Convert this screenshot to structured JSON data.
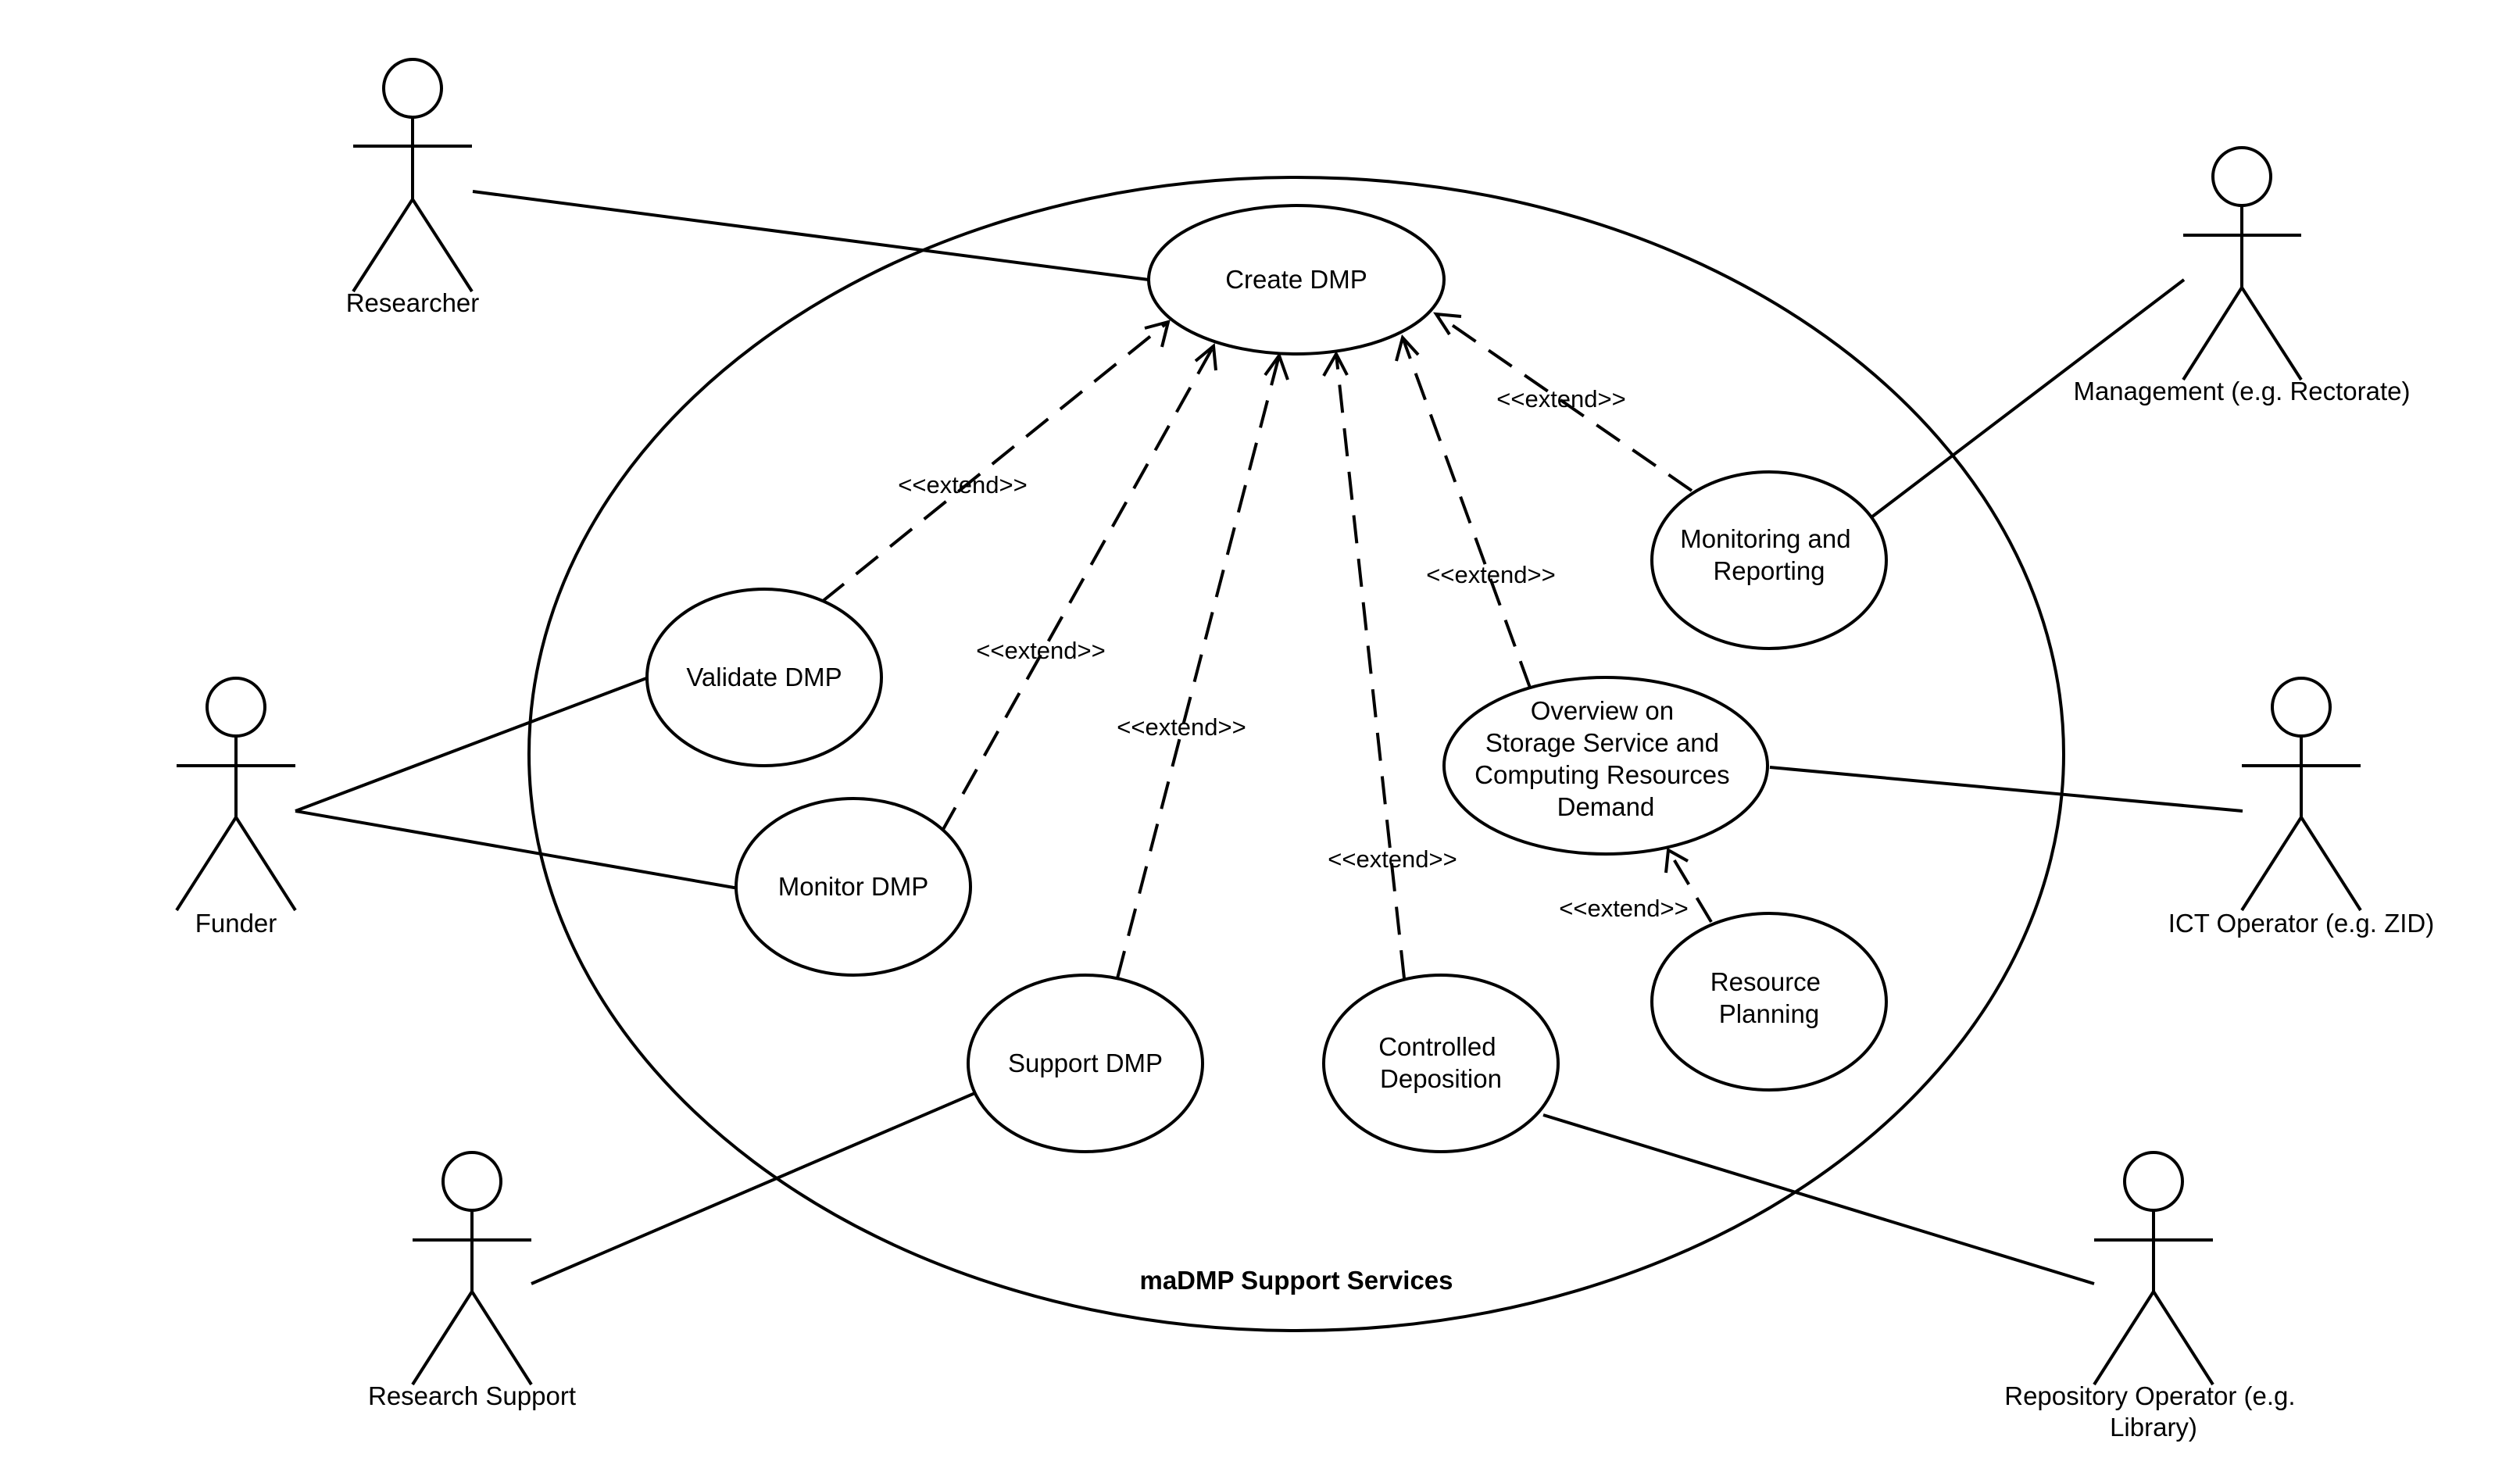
{
  "system": {
    "title": "maDMP Support Services"
  },
  "use_cases": {
    "create": [
      "Create DMP"
    ],
    "validate": [
      "Validate DMP"
    ],
    "monitor": [
      "Monitor DMP"
    ],
    "support": [
      "Support DMP"
    ],
    "deposition": [
      "Controlled",
      "Deposition"
    ],
    "overview": [
      "Overview on",
      "Storage Service and",
      "Computing Resources",
      "Demand"
    ],
    "reporting": [
      "Monitoring and",
      "Reporting"
    ],
    "planning": [
      "Resource",
      "Planning"
    ]
  },
  "actors": {
    "researcher": [
      "Researcher"
    ],
    "funder": [
      "Funder"
    ],
    "research_support": [
      "Research Support"
    ],
    "management": [
      "Management (e.g. Rectorate)"
    ],
    "ict": [
      "ICT Operator (e.g. ZID)"
    ],
    "repository": [
      "Repository Operator (e.g.",
      "Library)"
    ]
  },
  "relations": {
    "extend_label": "<<extend>>"
  }
}
